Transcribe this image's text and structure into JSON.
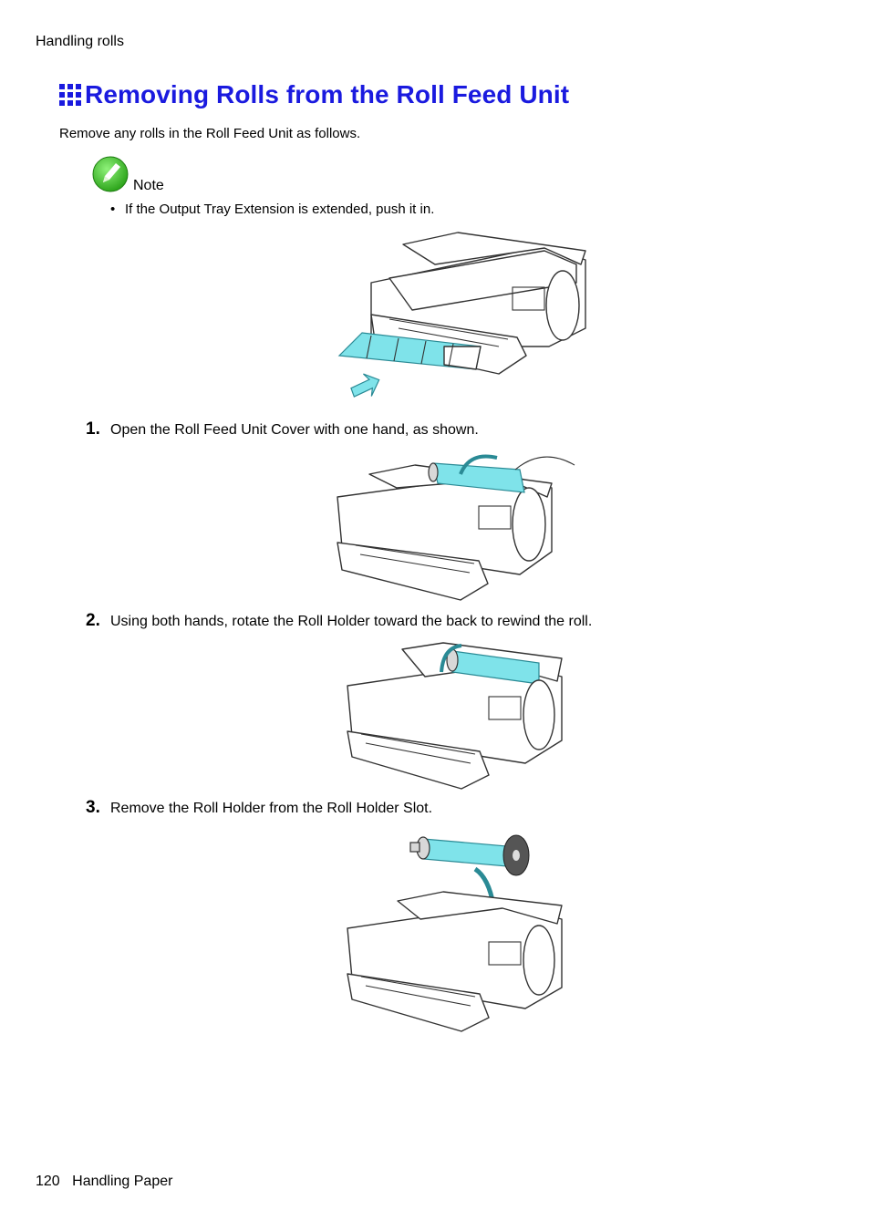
{
  "header": {
    "running_title": "Handling rolls"
  },
  "section": {
    "title": "Removing Rolls from the Roll Feed Unit",
    "intro": "Remove any rolls in the Roll Feed Unit as follows."
  },
  "note": {
    "label": "Note",
    "bullet": "•",
    "items": [
      "If the Output Tray Extension is extended, push it in."
    ]
  },
  "steps": [
    {
      "number": "1.",
      "text": "Open the Roll Feed Unit Cover with one hand, as shown."
    },
    {
      "number": "2.",
      "text": "Using both hands, rotate the Roll Holder toward the back to rewind the roll."
    },
    {
      "number": "3.",
      "text": "Remove the Roll Holder from the Roll Holder Slot."
    }
  ],
  "footer": {
    "page_number": "120",
    "section": "Handling Paper"
  },
  "colors": {
    "heading": "#1a1adf",
    "highlight": "#7fe3ea",
    "note_icon": "#3fbf2a"
  }
}
